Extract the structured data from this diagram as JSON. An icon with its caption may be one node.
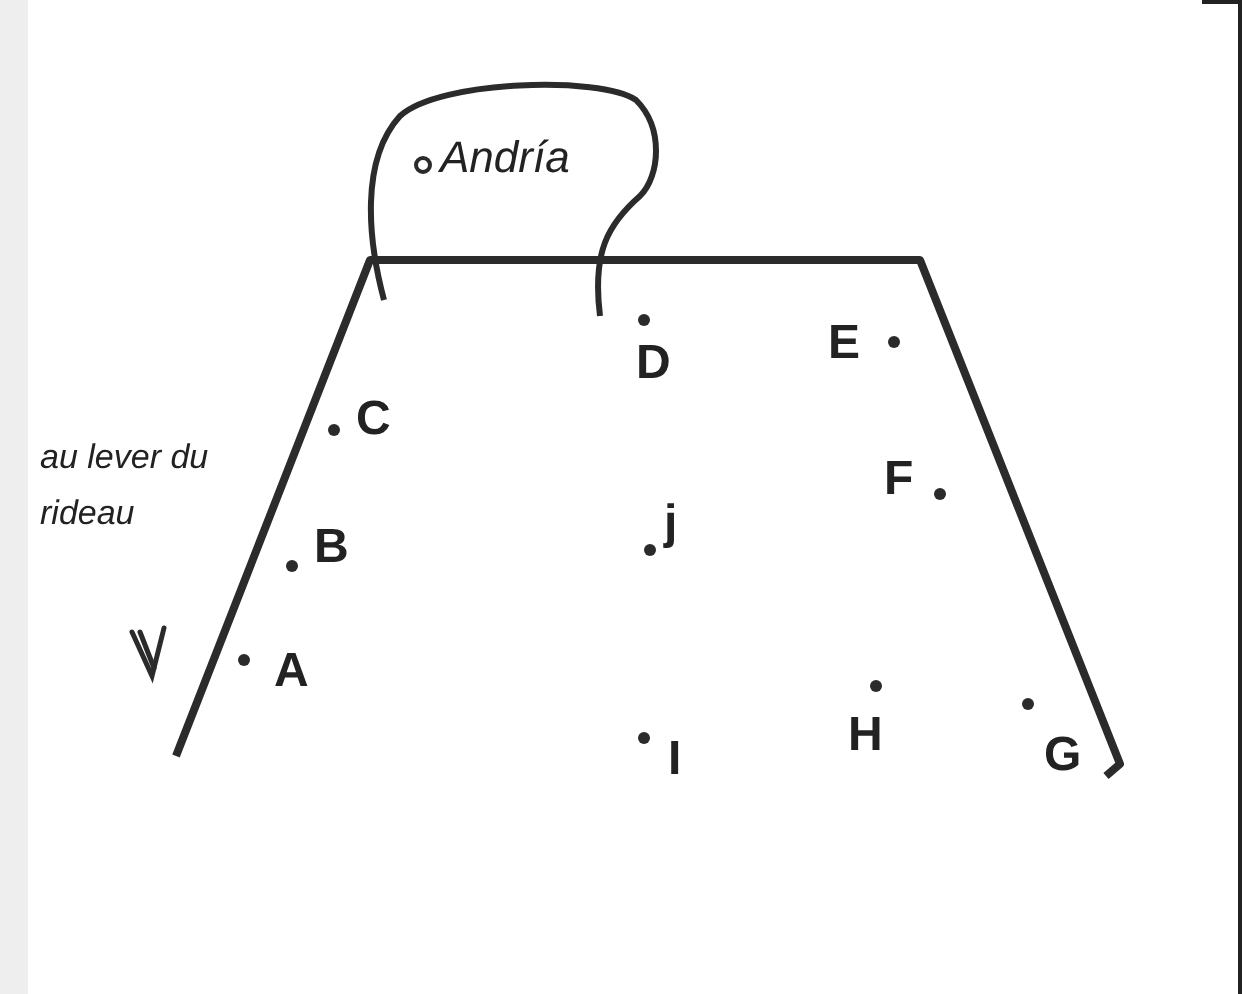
{
  "diagram": {
    "nodes": [
      {
        "text": [
          "Andría"
        ]
      }
    ],
    "edges": [],
    "labels": [
      "D",
      "E",
      "au lever du rideau",
      "C",
      "F",
      "j",
      "B",
      "A",
      "I",
      "H",
      "G"
    ]
  }
}
